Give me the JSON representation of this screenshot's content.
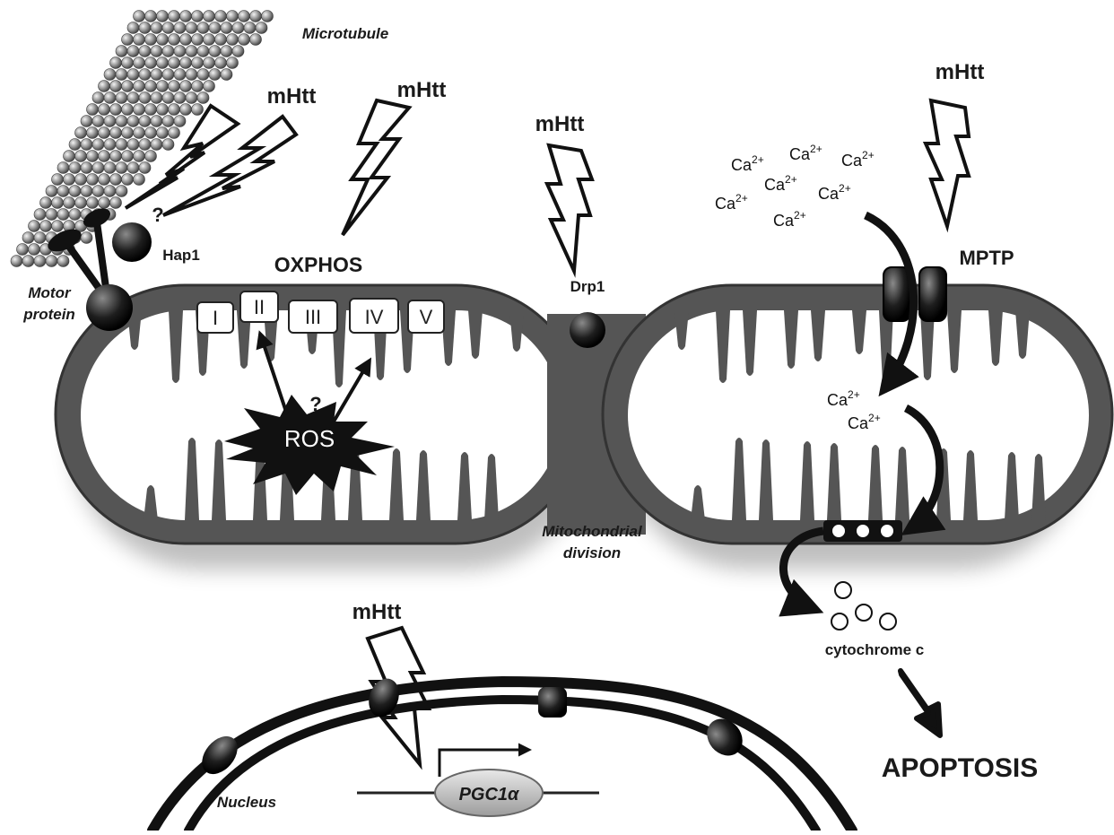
{
  "labels": {
    "microtubule": "Microtubule",
    "motor_protein_line1": "Motor",
    "motor_protein_line2": "protein",
    "hap1": "Hap1",
    "question_mark": "?",
    "mhtt": "mHtt",
    "oxphos": "OXPHOS",
    "ros": "ROS",
    "drp1": "Drp1",
    "mito_division_line1": "Mitochondrial",
    "mito_division_line2": "division",
    "mptp": "MPTP",
    "calcium": "Ca",
    "calcium_charge": "2+",
    "cytochrome_c": "cytochrome c",
    "apoptosis": "APOPTOSIS",
    "nucleus": "Nucleus",
    "pgc1a": "PGC1α"
  },
  "complexes": [
    "I",
    "II",
    "III",
    "IV",
    "V"
  ]
}
